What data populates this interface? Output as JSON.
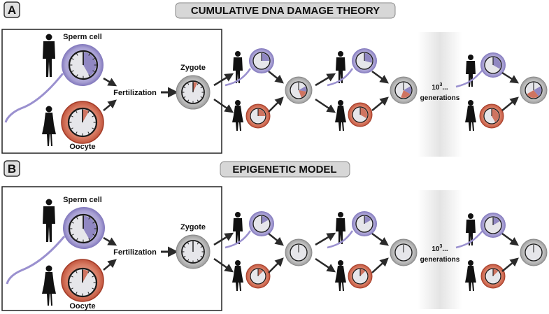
{
  "panels": [
    {
      "letter": "A",
      "title": "CUMULATIVE DNA DAMAGE THEORY",
      "sperm_label": "Sperm cell",
      "oocyte_label": "Oocyte",
      "fertilization_label": "Fertilization",
      "zygote_label": "Zygote",
      "generations_base": "10",
      "generations_exp": "3",
      "generations_dots": "...",
      "generations_label": "generations",
      "damage_shown": true
    },
    {
      "letter": "B",
      "title": "EPIGENETIC MODEL",
      "sperm_label": "Sperm cell",
      "oocyte_label": "Oocyte",
      "fertilization_label": "Fertilization",
      "zygote_label": "Zygote",
      "generations_base": "10",
      "generations_exp": "3",
      "generations_dots": "...",
      "generations_label": "generations",
      "damage_shown": false
    }
  ],
  "colors": {
    "sperm": "#7b6fb8",
    "sperm_light": "#cfcbe8",
    "oocyte": "#c9573f",
    "oocyte_light": "#f2c4b6",
    "zygote": "#9a9a9a",
    "clock_face": "#e6e6ea",
    "panel_title_bg": "#d7d7d7",
    "arrow": "#2a2a2a"
  },
  "icons": [
    "man-silhouette-icon",
    "woman-silhouette-icon",
    "clock-icon",
    "sperm-cell-icon",
    "oocyte-icon",
    "zygote-icon",
    "arrow-icon"
  ]
}
